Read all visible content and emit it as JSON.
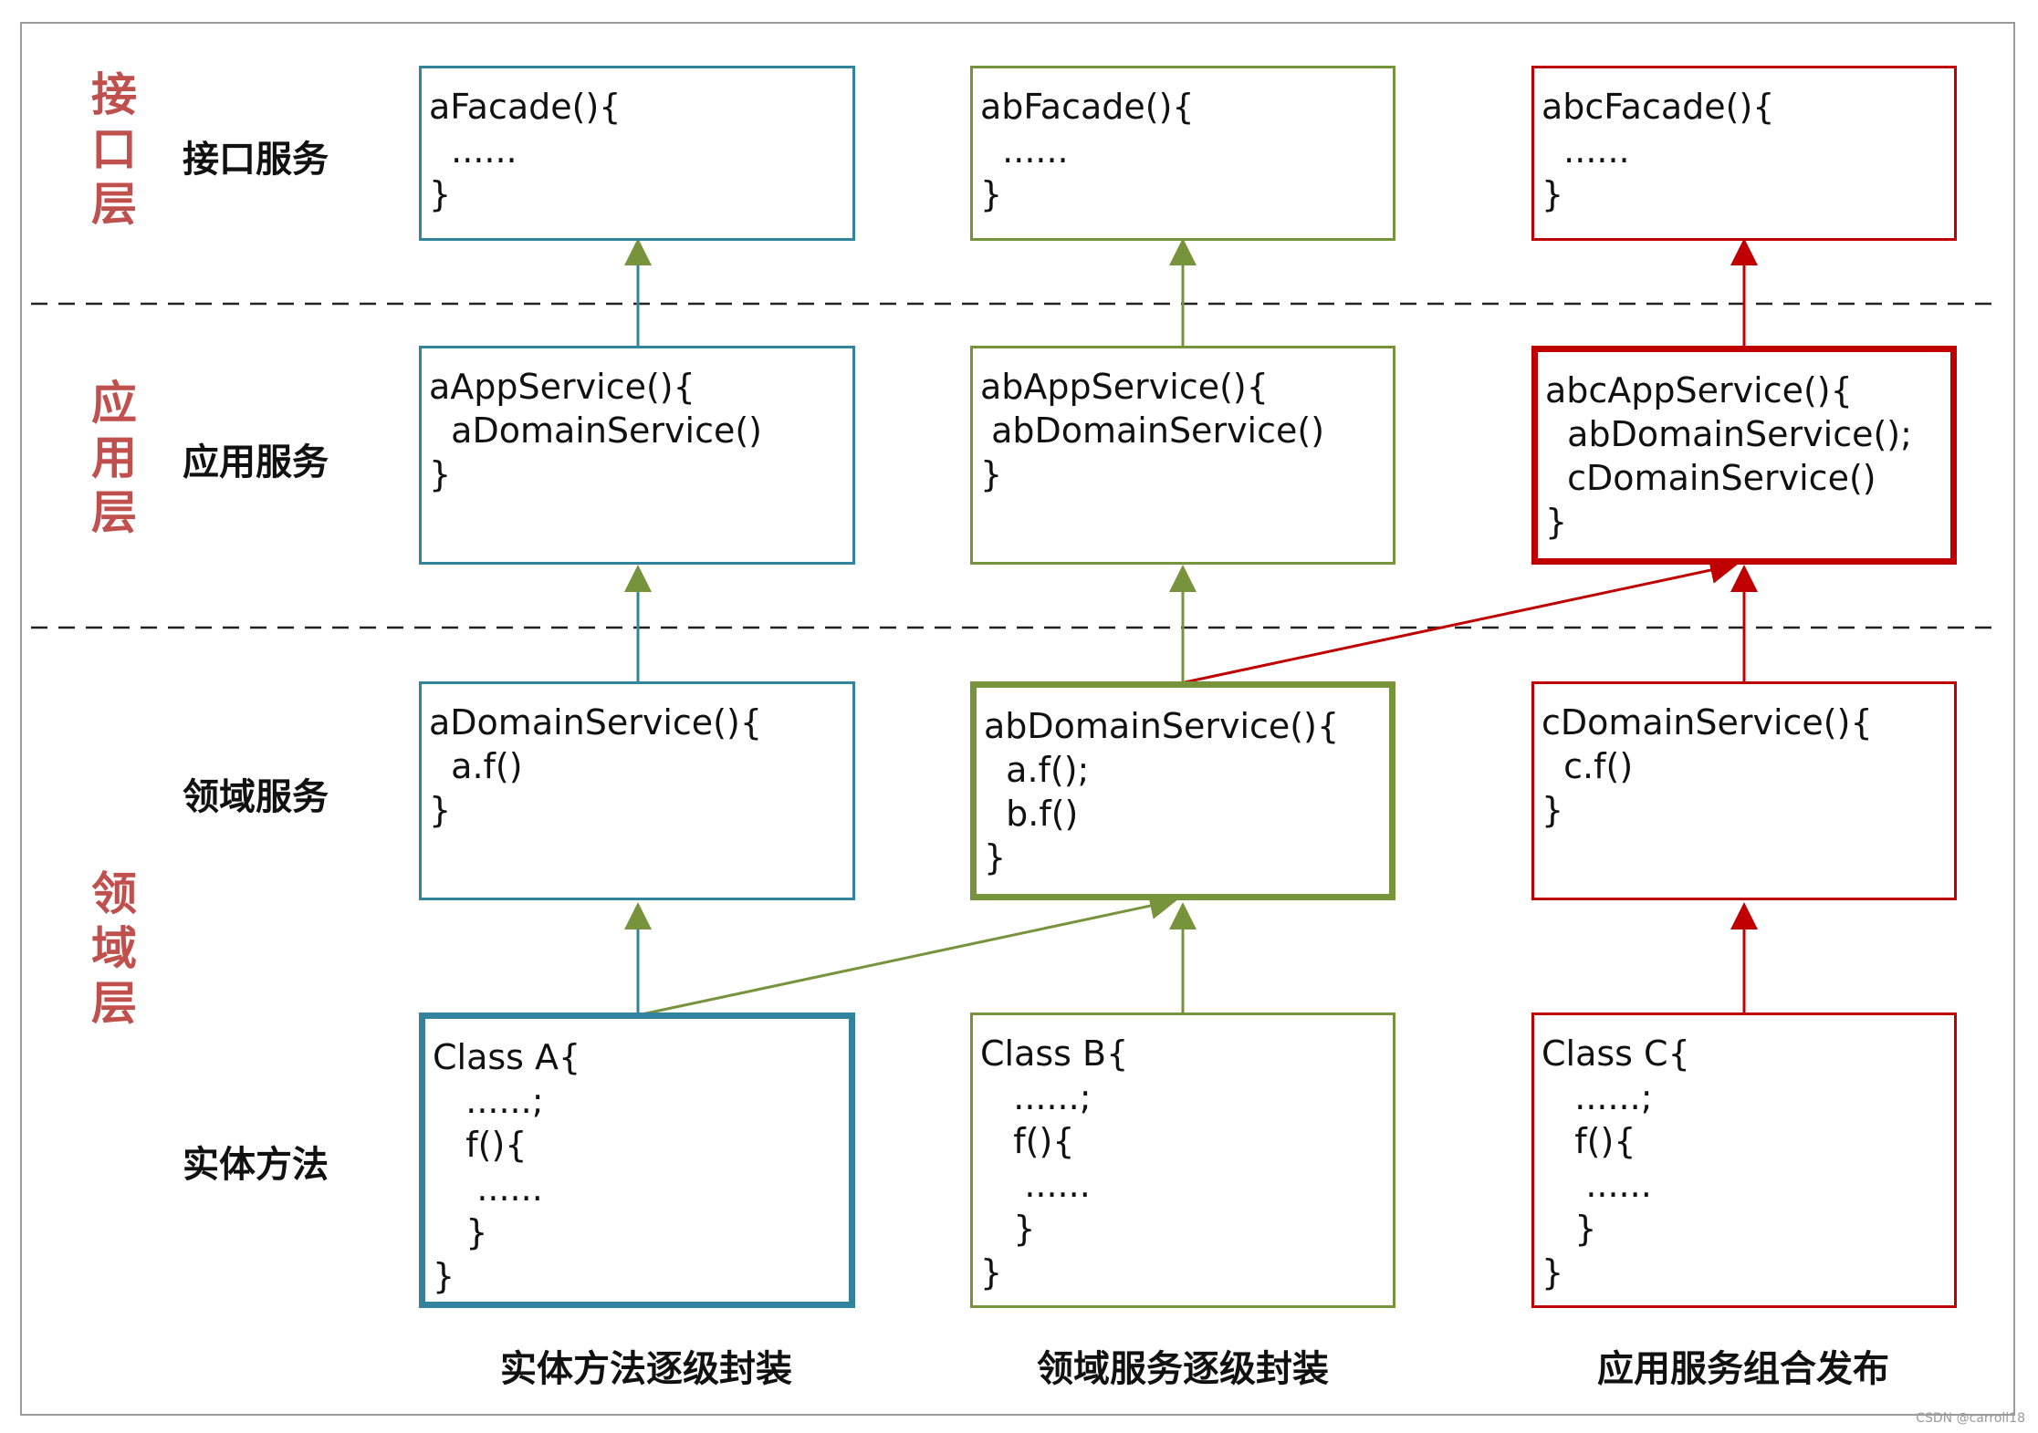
{
  "layers": [
    {
      "id": "interface",
      "title": "接口层",
      "row_label": "接口服务"
    },
    {
      "id": "application",
      "title": "应用层",
      "row_label": "应用服务"
    },
    {
      "id": "domain",
      "title": "领域层",
      "row_labels": [
        "领域服务",
        "实体方法"
      ]
    }
  ],
  "columns": [
    {
      "color": "#31849b",
      "caption": "实体方法逐级封装",
      "facade": [
        "aFacade(){",
        "  ......",
        "}"
      ],
      "app_service": [
        "aAppService(){",
        "  aDomainService()",
        "}"
      ],
      "domain_service": [
        "aDomainService(){",
        "  a.f()",
        "}"
      ],
      "entity": [
        "Class A{",
        "   ......;",
        "   f(){",
        "    ......",
        "   }",
        "}"
      ]
    },
    {
      "color": "#77933c",
      "caption": "领域服务逐级封装",
      "facade": [
        "abFacade(){",
        "  ......",
        "}"
      ],
      "app_service": [
        "abAppService(){",
        " abDomainService()",
        "}"
      ],
      "domain_service": [
        "abDomainService(){",
        "  a.f();",
        "  b.f()",
        "}"
      ],
      "entity": [
        "Class B{",
        "   ......;",
        "   f(){",
        "    ......",
        "   }",
        "}"
      ]
    },
    {
      "color": "#c00000",
      "caption": "应用服务组合发布",
      "facade": [
        "abcFacade(){",
        "  ......",
        "}"
      ],
      "app_service": [
        "abcAppService(){",
        "  abDomainService();",
        "  cDomainService()",
        "}"
      ],
      "domain_service": [
        "cDomainService(){",
        "  c.f()",
        "}"
      ],
      "entity": [
        "Class C{",
        "   ......;",
        "   f(){",
        "    ......",
        "   }",
        "}"
      ]
    }
  ],
  "highlighted": {
    "entity_box": "Class A",
    "domain_service_box": "abDomainService",
    "app_service_box": "abcAppService"
  },
  "watermark": "CSDN @carroll18"
}
